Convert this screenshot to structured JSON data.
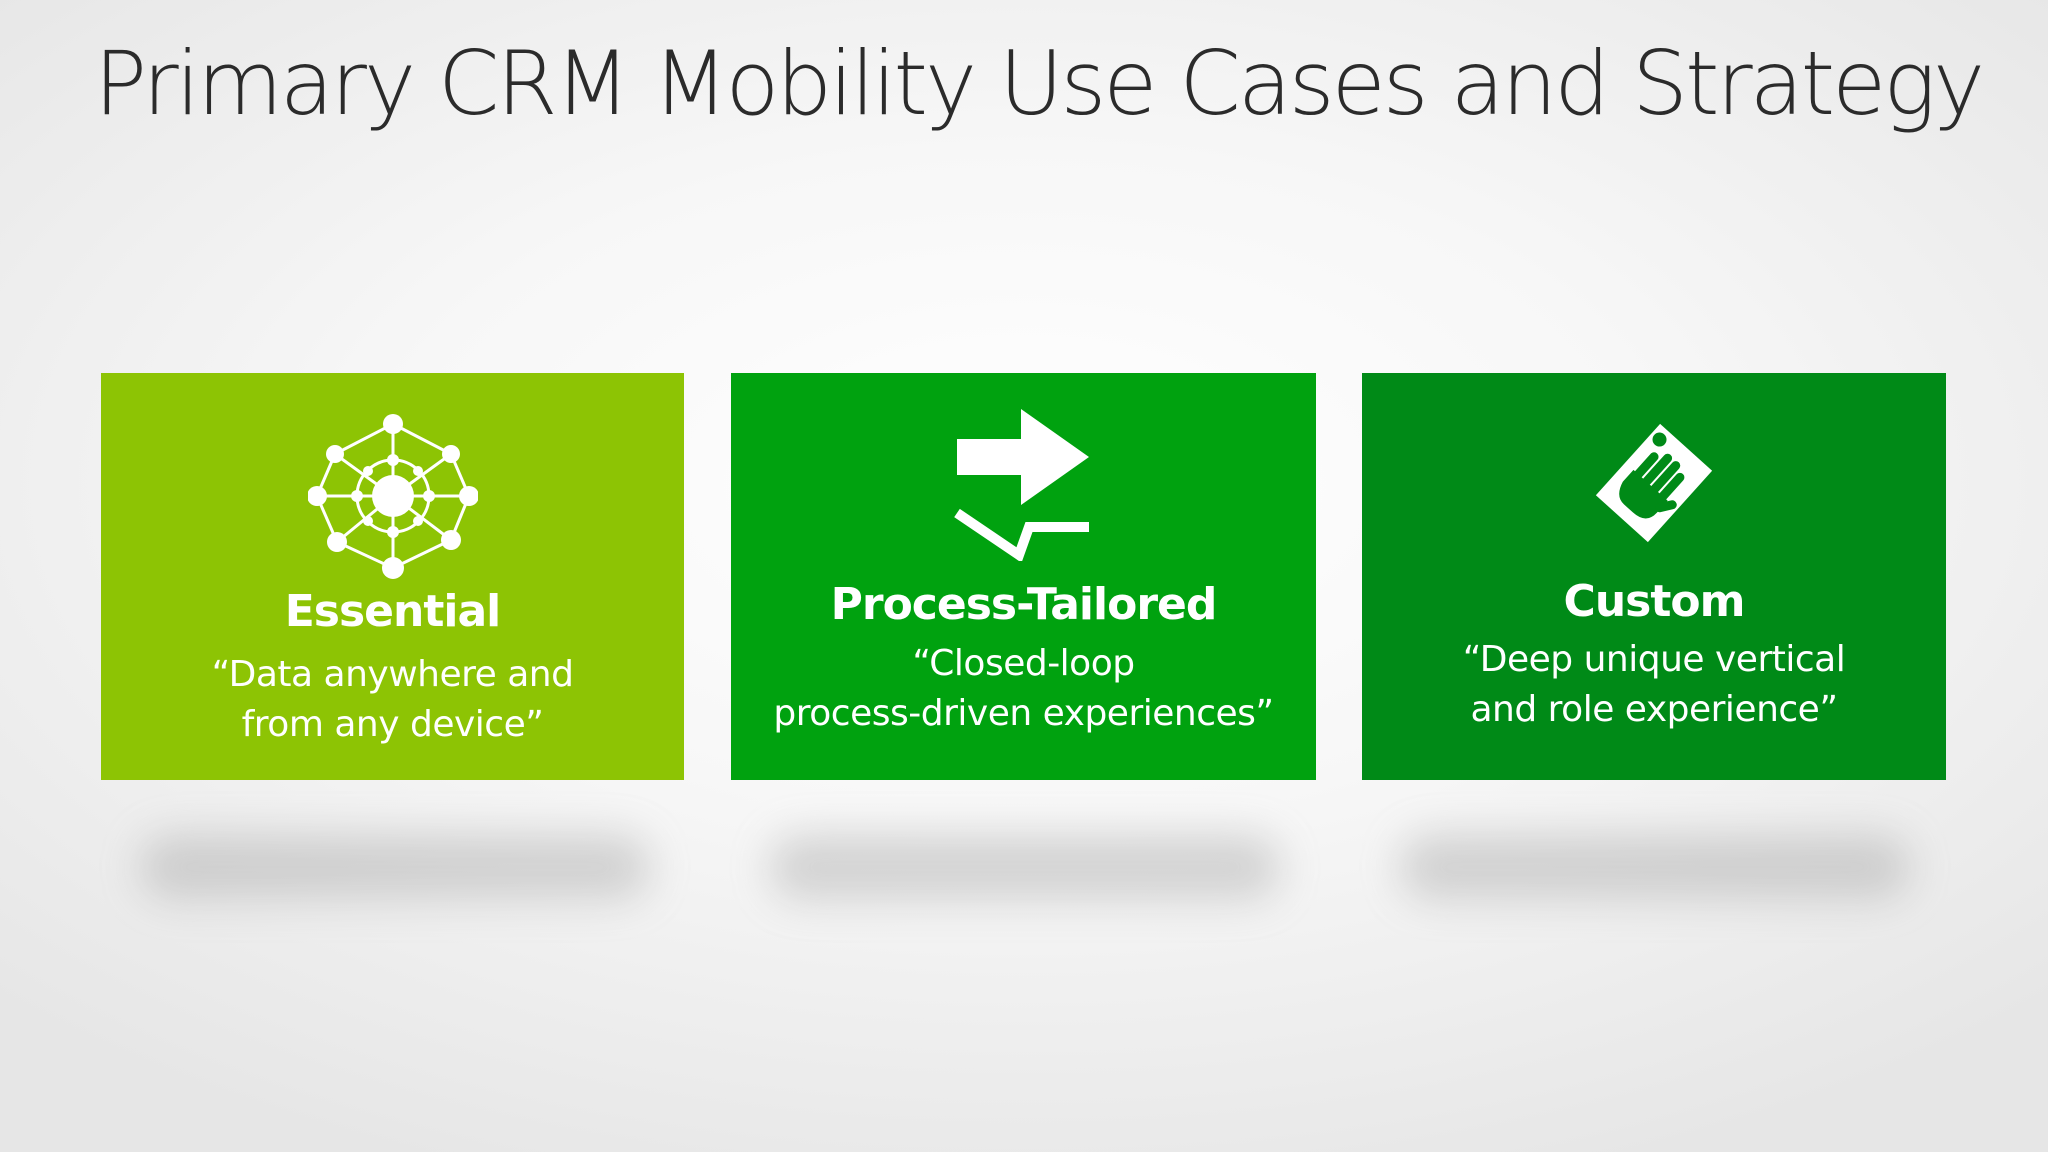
{
  "slide": {
    "title": "Primary CRM Mobility Use Cases and Strategy"
  },
  "tiles": [
    {
      "heading": "Essential",
      "quote": "“Data anywhere and\nfrom any device”",
      "icon": "network-hub-icon",
      "color": "#8dc404"
    },
    {
      "heading": "Process-Tailored",
      "quote": "“Closed-loop\nprocess-driven  experiences”",
      "icon": "process-arrows-icon",
      "color": "#00a20f"
    },
    {
      "heading": "Custom",
      "quote": "“Deep unique vertical\nand role experience”",
      "icon": "tag-hand-icon",
      "color": "#008a17"
    }
  ]
}
